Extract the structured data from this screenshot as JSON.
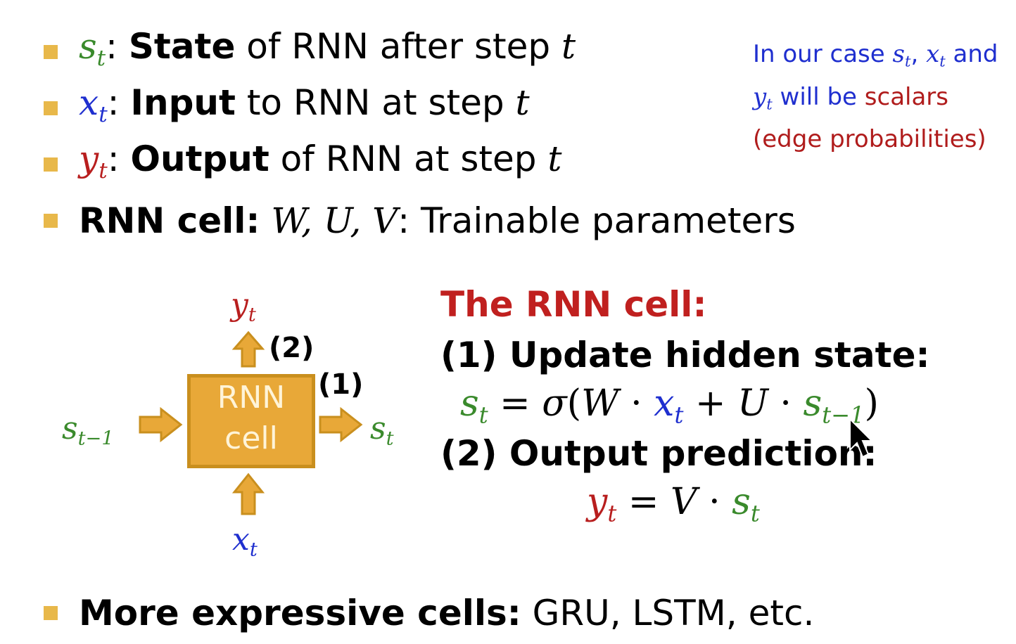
{
  "bullets": [
    {
      "sym": "s",
      "sub": "t",
      "sep": ": ",
      "bold": "State",
      "rest_a": " of RNN after step ",
      "var": "t"
    },
    {
      "sym": "x",
      "sub": "t",
      "sep": ": ",
      "bold": "Input",
      "rest_a": " to RNN at step ",
      "var": "t"
    },
    {
      "sym": "y",
      "sub": "t",
      "sep": ": ",
      "bold": "Output",
      "rest_a": " of RNN at step ",
      "var": "t"
    },
    {
      "bold": "RNN cell:",
      "params": "W, U, V",
      "rest": ": Trainable parameters"
    },
    {
      "bold": "More expressive cells:",
      "rest": " GRU, LSTM, etc."
    }
  ],
  "note": {
    "line1_pre": "In our case ",
    "s": "s",
    "x": "x",
    "y": "y",
    "sub": "t",
    "comma": ", ",
    "and": " and",
    "line2_post": " will be ",
    "scalars": "scalars",
    "line3": "(edge probabilities)"
  },
  "diagram": {
    "cell_line1": "RNN",
    "cell_line2": "cell",
    "left_var": "s",
    "left_sub": "t−1",
    "right_var": "s",
    "right_sub": "t",
    "top_var": "y",
    "top_sub": "t",
    "bottom_var": "x",
    "bottom_sub": "t",
    "label_1": "(1)",
    "label_2": "(2)"
  },
  "panel": {
    "title": "The RNN cell:",
    "step1": "(1) Update hidden state:",
    "step2": "(2) Output prediction:",
    "eq1": {
      "s": "s",
      "sub": "t",
      "eq": " = ",
      "sigma": "σ",
      "lp": "(",
      "W": "W",
      "dot": " · ",
      "x": "x",
      "plus": " + ",
      "U": "U",
      "s2": "s",
      "sub2": "t−1",
      "rp": ")"
    },
    "eq2": {
      "y": "y",
      "sub": "t",
      "eq": " = ",
      "V": "V",
      "dot": " · ",
      "s": "s"
    }
  },
  "colors": {
    "green": "#3a8a2c",
    "blue": "#1f2fcf",
    "red": "#b81e1e",
    "bullet": "#e8b84a",
    "cell_fill": "#e8a838"
  },
  "icons": [
    "bullet-square-icon",
    "arrow-right-icon",
    "arrow-up-icon",
    "mouse-pointer-icon"
  ]
}
